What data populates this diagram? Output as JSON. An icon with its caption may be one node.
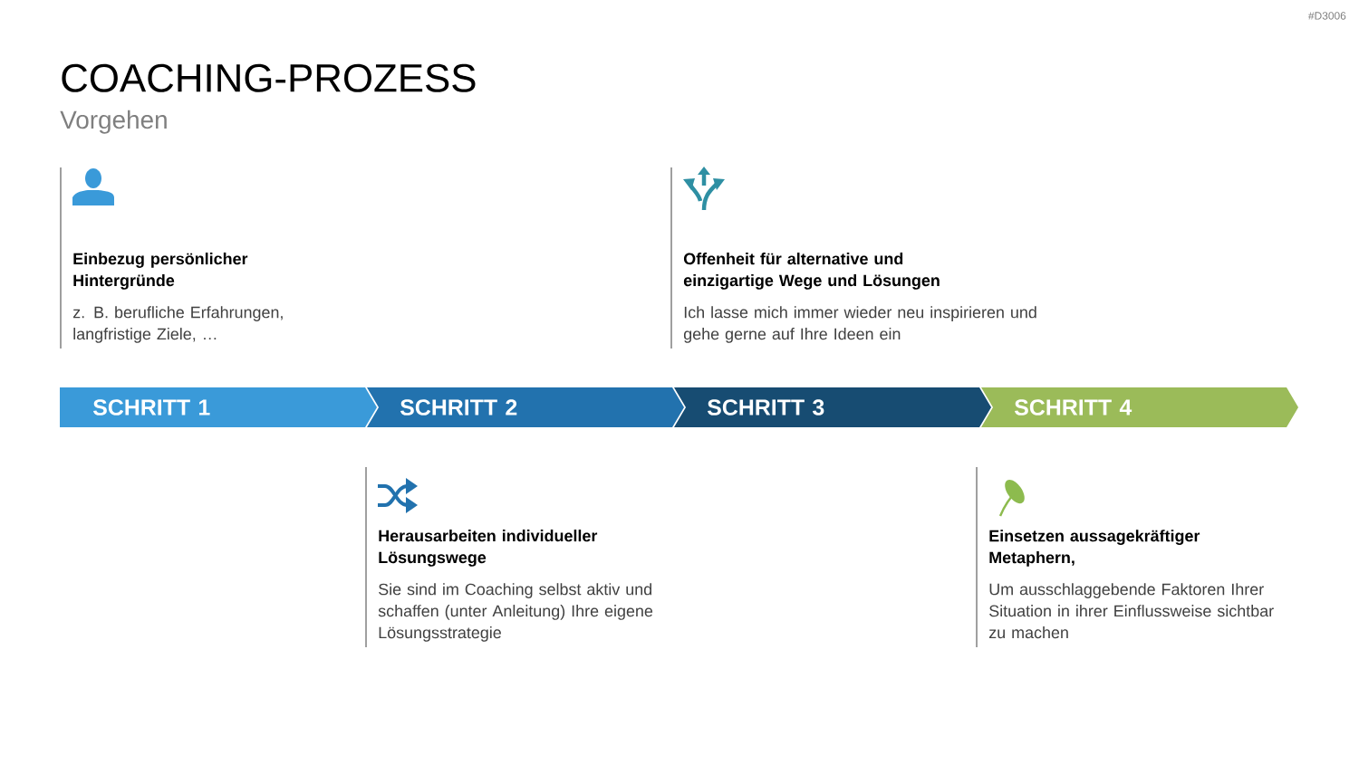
{
  "diagram": {
    "title": "COACHING-PROZESS",
    "nodes": [
      {
        "text": [
          "SCHRITT 1"
        ]
      },
      {
        "text": [
          "SCHRITT 2"
        ]
      },
      {
        "text": [
          "SCHRITT 3"
        ]
      },
      {
        "text": [
          "SCHRITT 4"
        ]
      }
    ],
    "labels": [
      "#D3006",
      "Vorgehen",
      "Einbezug persönlicher Hintergründe",
      "z. B. berufliche Erfahrungen, langfristige Ziele, …",
      "Offenheit für alternative und einzigartige Wege und Lösungen",
      "Ich lasse mich immer wieder neu inspirieren und gehe gerne auf Ihre Ideen ein",
      "Herausarbeiten individueller Lösungswege",
      "Sie sind im Coaching selbst aktiv und schaffen (unter Anleitung) Ihre eigene Lösungsstrategie",
      "Einsetzen aussagekräftiger Metaphern,",
      "Um ausschlaggebende Faktoren Ihrer Situation in ihrer Einflussweise sichtbar zu machen"
    ]
  }
}
